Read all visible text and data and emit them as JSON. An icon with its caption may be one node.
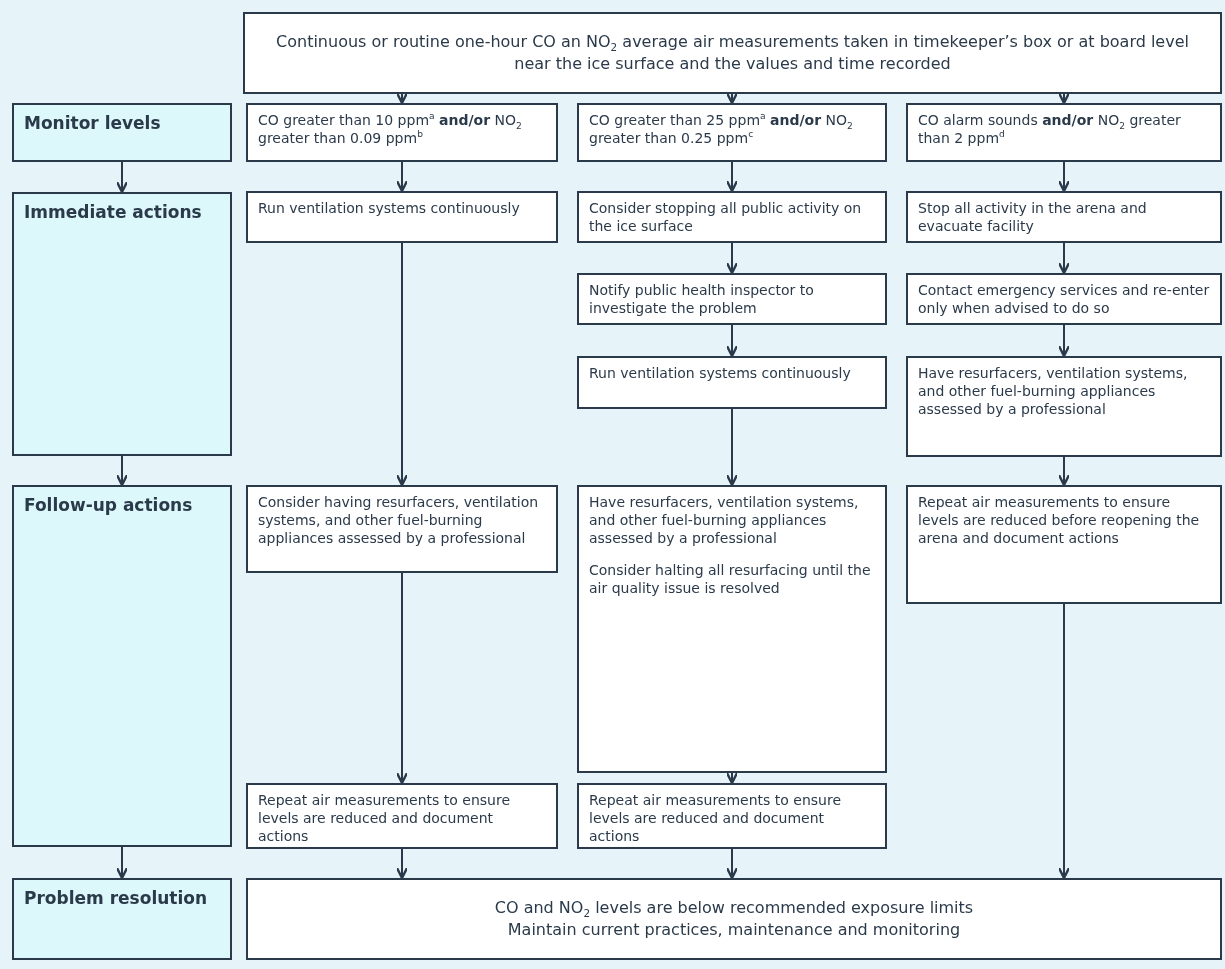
{
  "diagram": {
    "nodes": [
      {
        "text": [
          "Continuous or routine one-hour CO an NO$_{2}$ average air measurements taken in timekeeper’s box or at board level near the ice surface and the values and time recorded"
        ]
      },
      {
        "text": [
          "Monitor levels"
        ]
      },
      {
        "text": [
          "CO greater than 10 ppm$^{a}$ **and/or** NO$_{2}$ greater than 0.09 ppm$^{b}$"
        ]
      },
      {
        "text": [
          "CO greater than 25 ppm$^{a}$ **and/or** NO$_{2}$ greater than 0.25 ppm$^{c}$"
        ]
      },
      {
        "text": [
          "CO alarm sounds **and/or** NO$_{2}$ greater than 2 ppm$^{d}$"
        ]
      },
      {
        "text": [
          "Immediate actions"
        ]
      },
      {
        "text": [
          "Run ventilation systems continuously"
        ]
      },
      {
        "text": [
          "Consider stopping all public activity on the ice surface"
        ]
      },
      {
        "text": [
          "Stop all activity in the arena and evacuate facility"
        ]
      },
      {
        "text": [
          "Notify public health inspector to investigate the problem"
        ]
      },
      {
        "text": [
          "Contact emergency services and re-enter only when advised to do so"
        ]
      },
      {
        "text": [
          "Run ventilation systems continuously"
        ]
      },
      {
        "text": [
          "Have resurfacers, ventilation systems, and other fuel-burning appliances assessed by a professional"
        ]
      },
      {
        "text": [
          "Follow-up actions"
        ]
      },
      {
        "text": [
          "Consider having resurfacers, ventilation systems, and other fuel-burning appliances assessed by a professional"
        ]
      },
      {
        "text": [
          "Have resurfacers, ventilation systems, and other fuel-burning appliances assessed by a professional",
          "Consider halting all resurfacing until the air quality issue is resolved"
        ]
      },
      {
        "text": [
          "Repeat air measurements to ensure levels are reduced before reopening the arena and document actions"
        ]
      },
      {
        "text": [
          "Repeat air measurements to ensure levels are reduced and document actions"
        ]
      },
      {
        "text": [
          "Repeat air measurements to ensure levels are reduced and document actions"
        ]
      },
      {
        "text": [
          "Problem resolution"
        ]
      },
      {
        "text": [
          "CO and NO$_{2}$ levels are below recommended exposure limits",
          "Maintain current practices, maintenance and monitoring"
        ]
      }
    ],
    "edges": [
      {
        "from": 0,
        "to": 2,
        "arrow": "to"
      },
      {
        "from": 0,
        "to": 3,
        "arrow": "to"
      },
      {
        "from": 0,
        "to": 4,
        "arrow": "to"
      },
      {
        "from": 1,
        "to": 5,
        "arrow": "to"
      },
      {
        "from": 2,
        "to": 6,
        "arrow": "to"
      },
      {
        "from": 3,
        "to": 7,
        "arrow": "to"
      },
      {
        "from": 4,
        "to": 8,
        "arrow": "to"
      },
      {
        "from": 5,
        "to": 13,
        "arrow": "to"
      },
      {
        "from": 6,
        "to": 14,
        "arrow": "to"
      },
      {
        "from": 7,
        "to": 9,
        "arrow": "to"
      },
      {
        "from": 8,
        "to": 10,
        "arrow": "to"
      },
      {
        "from": 9,
        "to": 11,
        "arrow": "to"
      },
      {
        "from": 10,
        "to": 12,
        "arrow": "to"
      },
      {
        "from": 11,
        "to": 15,
        "arrow": "to"
      },
      {
        "from": 12,
        "to": 16,
        "arrow": "to"
      },
      {
        "from": 13,
        "to": 19,
        "arrow": "to"
      },
      {
        "from": 14,
        "to": 17,
        "arrow": "to"
      },
      {
        "from": 15,
        "to": 18,
        "arrow": "to"
      },
      {
        "from": 16,
        "to": 20,
        "arrow": "to"
      },
      {
        "from": 17,
        "to": 20,
        "arrow": "to"
      },
      {
        "from": 18,
        "to": 20,
        "arrow": "to"
      }
    ]
  }
}
